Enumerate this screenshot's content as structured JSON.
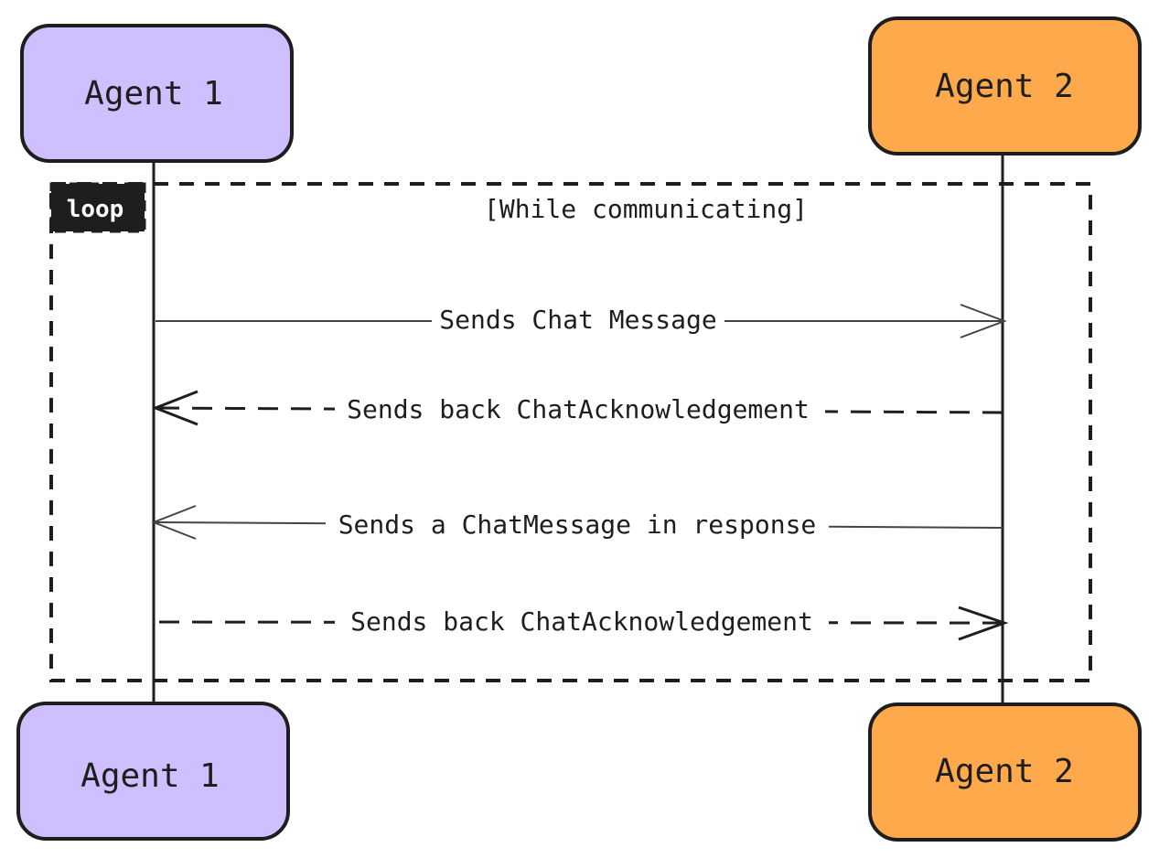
{
  "participants": {
    "agent1": {
      "top_label": "Agent 1",
      "bottom_label": "Agent 1",
      "fill": "#d0bfff"
    },
    "agent2": {
      "top_label": "Agent 2",
      "bottom_label": "Agent 2",
      "fill": "#ffa94d"
    }
  },
  "loop": {
    "keyword": "loop",
    "condition": "[While communicating]"
  },
  "messages": [
    {
      "label": "Sends Chat Message",
      "from": "Agent 1",
      "to": "Agent 2",
      "style": "solid"
    },
    {
      "label": "Sends back ChatAcknowledgement",
      "from": "Agent 2",
      "to": "Agent 1",
      "style": "dashed"
    },
    {
      "label": "Sends a ChatMessage in response",
      "from": "Agent 2",
      "to": "Agent 1",
      "style": "solid"
    },
    {
      "label": "Sends back ChatAcknowledgement",
      "from": "Agent 1",
      "to": "Agent 2",
      "style": "dashed"
    }
  ],
  "colors": {
    "stroke": "#1e1e1e",
    "arrow": "#444444",
    "loop_tag_bg": "#1e1e1e"
  }
}
